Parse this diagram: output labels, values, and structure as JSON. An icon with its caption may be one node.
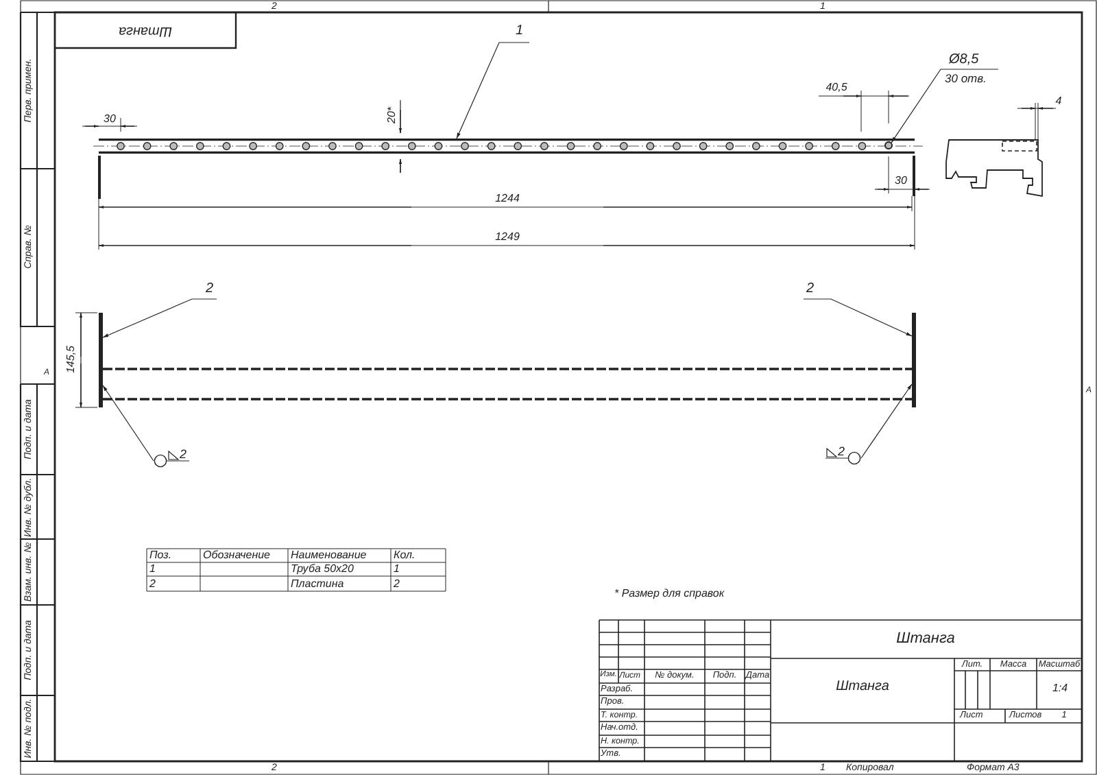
{
  "diagram": {
    "nodes": [
      {
        "text": [
          "1"
        ]
      },
      {
        "text": [],
        "shape": "bar"
      },
      {
        "text": [
          "Ø8,5",
          "30 отв."
        ]
      },
      {
        "text": [],
        "shape": "circle",
        "in": 1
      },
      {
        "text": [
          "2"
        ]
      },
      {
        "text": [],
        "shape": "bar"
      },
      {
        "text": [
          "2"
        ]
      },
      {
        "text": [],
        "shape": "bar"
      },
      {
        "text": [
          "2"
        ]
      },
      {
        "text": [
          "2"
        ]
      },
      {
        "text": [],
        "shape": "bar"
      }
    ],
    "edges": [
      {
        "from": 0,
        "to": 1,
        "arrow": "to"
      },
      {
        "from": 2,
        "to": 3,
        "arrow": "to"
      },
      {
        "from": 4,
        "to": 5,
        "arrow": "to"
      },
      {
        "from": 6,
        "to": 7,
        "arrow": "to"
      },
      {
        "from": 8,
        "to": 5,
        "arrow": "to"
      },
      {
        "from": 9,
        "to": 7,
        "arrow": "to"
      }
    ],
    "labels": [
      "2",
      "1",
      "Штанга",
      "Перв. примен.",
      "20*",
      "30",
      "40,5",
      "4",
      "30",
      "1244",
      "1249",
      "Справ. №",
      "А",
      "А",
      "145,5",
      "Подп. и дата",
      "Инв. № дубл.",
      "Взам. инв. №",
      "Поз.",
      "Обозначение",
      "Наименование",
      "Кол.",
      "1",
      "Труба 50х20",
      "1",
      "2",
      "Пластина",
      "2",
      "Подп. и дата",
      "* Размер для справок",
      "Штанга",
      "Лит.",
      "Масса",
      "Масштаб",
      "Изм.",
      "Лист",
      "№ докум.",
      "Подп.",
      "Дата",
      "Разраб.",
      "Штанга",
      "1:4",
      "Пров.",
      "Т. контр.",
      "Лист",
      "Листов",
      "1",
      "Нач.отд.",
      "Н. контр.",
      "Инв. № подл.",
      "Утв.",
      "2",
      "1",
      "Копировал",
      "Формат А3"
    ]
  }
}
